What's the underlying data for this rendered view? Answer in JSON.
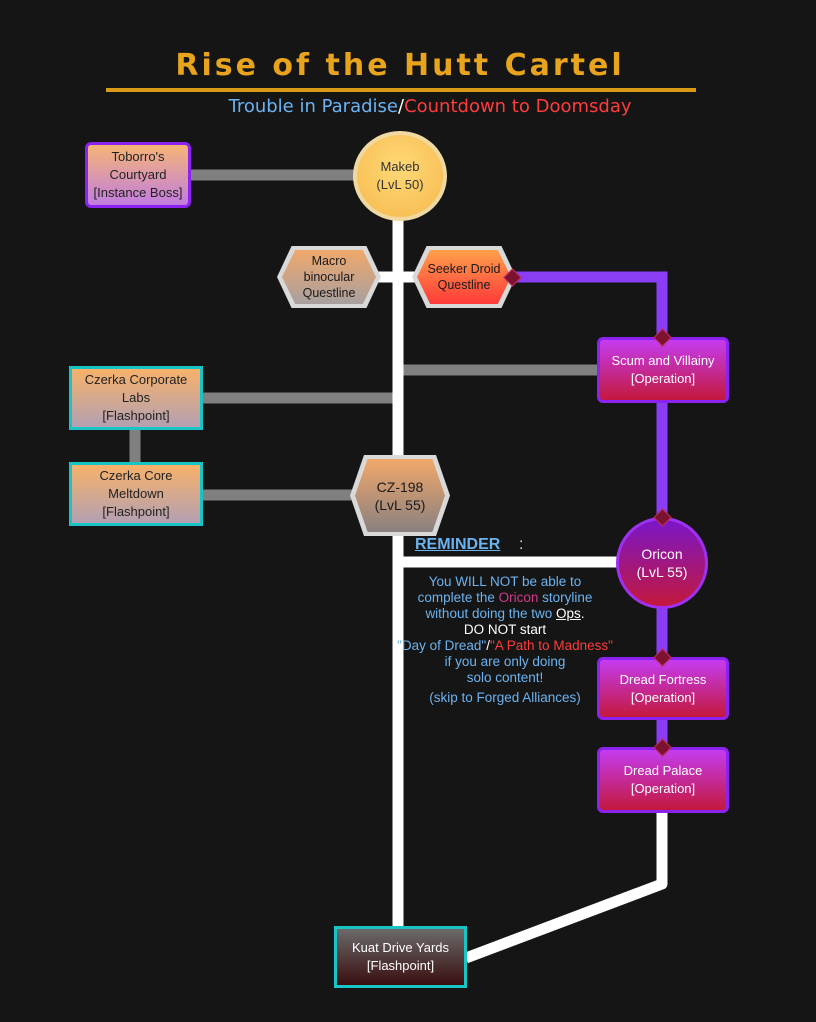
{
  "title": "Rise of the Hutt Cartel",
  "subtitle": {
    "part_a": "Trouble in Paradise",
    "separator": "/",
    "part_b": "Countdown to Doomsday"
  },
  "nodes": {
    "makeb": {
      "name": "Makeb",
      "detail": "(LvL 50)"
    },
    "toborro": {
      "name": "Toborro's Courtyard",
      "detail": "[Instance Boss]"
    },
    "macro": {
      "name": "Macro binocular",
      "detail": "Questline"
    },
    "seeker": {
      "name": "Seeker Droid",
      "detail": "Questline"
    },
    "scum": {
      "name": "Scum and Villainy",
      "detail": "[Operation]"
    },
    "czerka_labs": {
      "name": "Czerka Corporate Labs",
      "detail": "[Flashpoint]"
    },
    "czerka_core": {
      "name": "Czerka Core Meltdown",
      "detail": "[Flashpoint]"
    },
    "cz198": {
      "name": "CZ-198",
      "detail": "(LvL 55)"
    },
    "oricon": {
      "name": "Oricon",
      "detail": "(LvL 55)"
    },
    "dread_fortress": {
      "name": "Dread Fortress",
      "detail": "[Operation]"
    },
    "dread_palace": {
      "name": "Dread Palace",
      "detail": "[Operation]"
    },
    "kuat": {
      "name": "Kuat Drive Yards",
      "detail": "[Flashpoint]"
    }
  },
  "reminder": {
    "heading": "REMINDER",
    "colon": ":",
    "l1": "You WILL NOT be able to",
    "l2a": "complete the ",
    "l2b": "Oricon",
    "l2c": " storyline",
    "l3a": "without doing the two ",
    "l3b": "Ops",
    "l3c": ".",
    "l4": "DO NOT start",
    "l5a": "\"Day of Dread\"",
    "l5b": "/",
    "l5c": "\"A Path to Madness\"",
    "l6": "if you are only doing",
    "l7": "solo content!",
    "l8": "(skip to Forged Alliances)"
  },
  "colors": {
    "background": "#151515",
    "title": "#e8a41c",
    "main_line": "#ffffff",
    "side_line": "#808080",
    "operation_line": "#8b3cf5",
    "flashpoint_border": "#19c4c4"
  }
}
